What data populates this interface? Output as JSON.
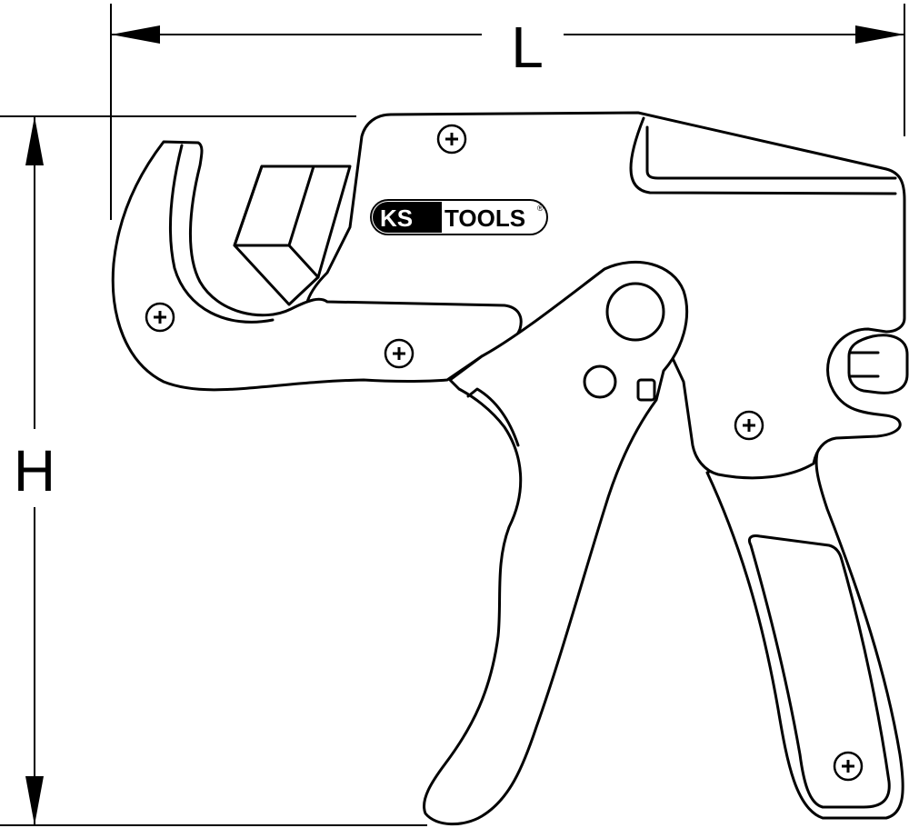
{
  "dimensions": {
    "length_label": "L",
    "height_label": "H"
  },
  "logo": {
    "brand_mark": "KS",
    "brand_name": "TOOLS",
    "registered": "®"
  },
  "colors": {
    "line": "#000000",
    "background": "#ffffff"
  }
}
